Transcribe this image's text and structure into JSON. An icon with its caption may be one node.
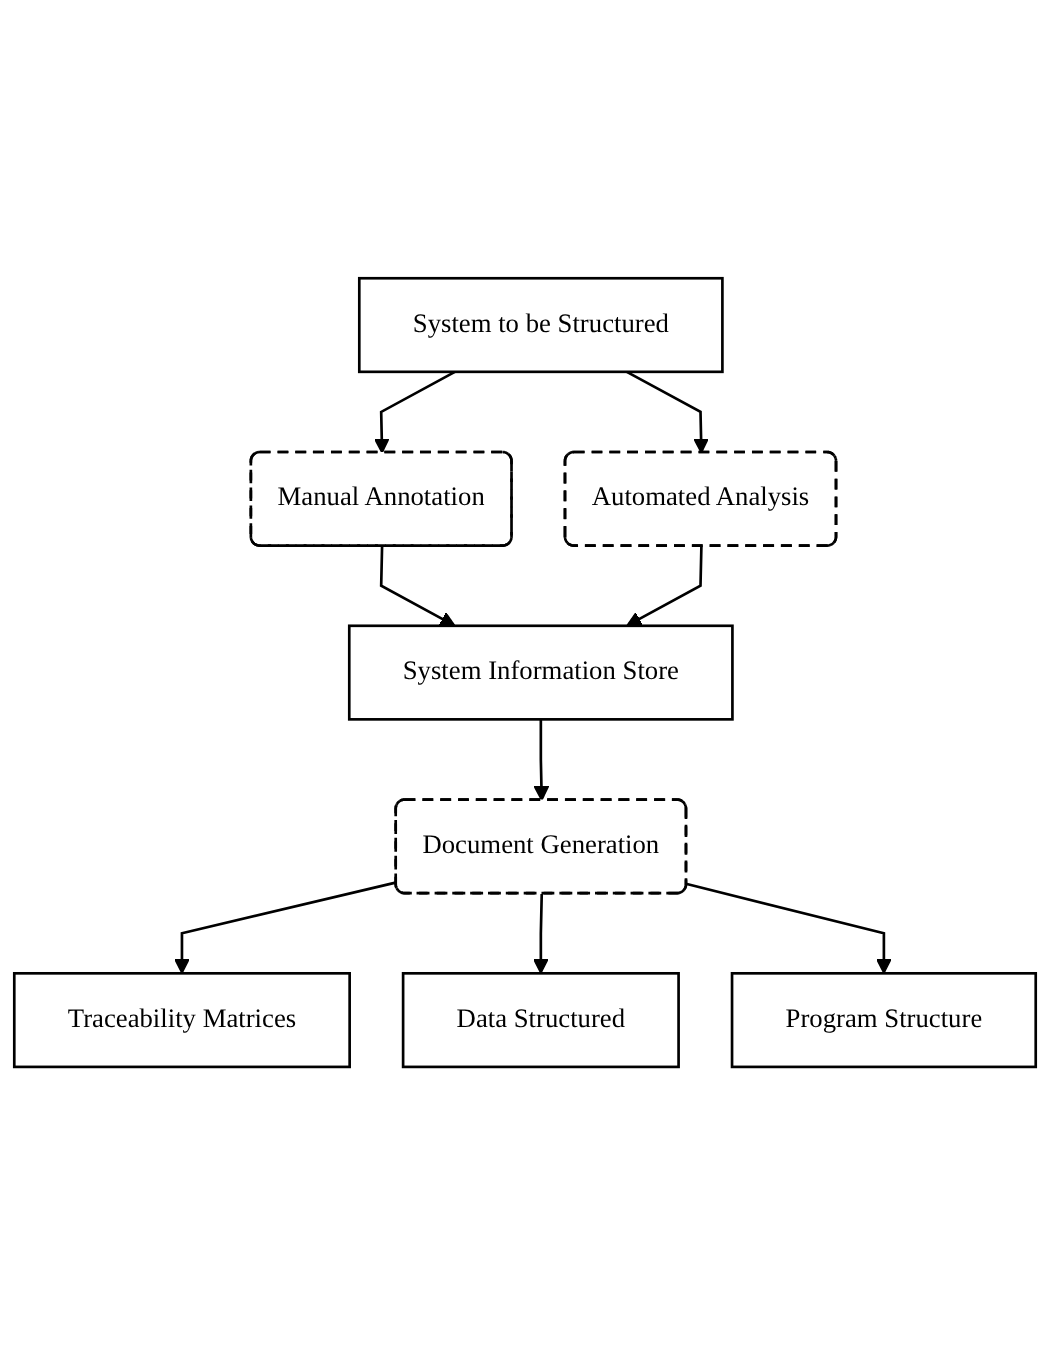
{
  "diagram": {
    "nodes": [
      {
        "text": [
          "System to be Structured"
        ]
      },
      {
        "text": [
          "Manual Annotation"
        ]
      },
      {
        "text": [
          "Automated Analysis"
        ]
      },
      {
        "text": [
          "System Information Store"
        ]
      },
      {
        "text": [
          "Document Generation"
        ]
      },
      {
        "text": [
          "Traceability Matrices"
        ]
      },
      {
        "text": [
          "Data Structured"
        ]
      },
      {
        "text": [
          "Program Structure"
        ]
      }
    ],
    "edges": [
      {
        "from": 0,
        "to": 1,
        "arrow": "to"
      },
      {
        "from": 0,
        "to": 2,
        "arrow": "to"
      },
      {
        "from": 1,
        "to": 3,
        "arrow": "to"
      },
      {
        "from": 2,
        "to": 3,
        "arrow": "to"
      },
      {
        "from": 3,
        "to": 4,
        "arrow": "to"
      },
      {
        "from": 4,
        "to": 5,
        "arrow": "to"
      },
      {
        "from": 4,
        "to": 6,
        "arrow": "to"
      },
      {
        "from": 4,
        "to": 7,
        "arrow": "to"
      }
    ]
  }
}
